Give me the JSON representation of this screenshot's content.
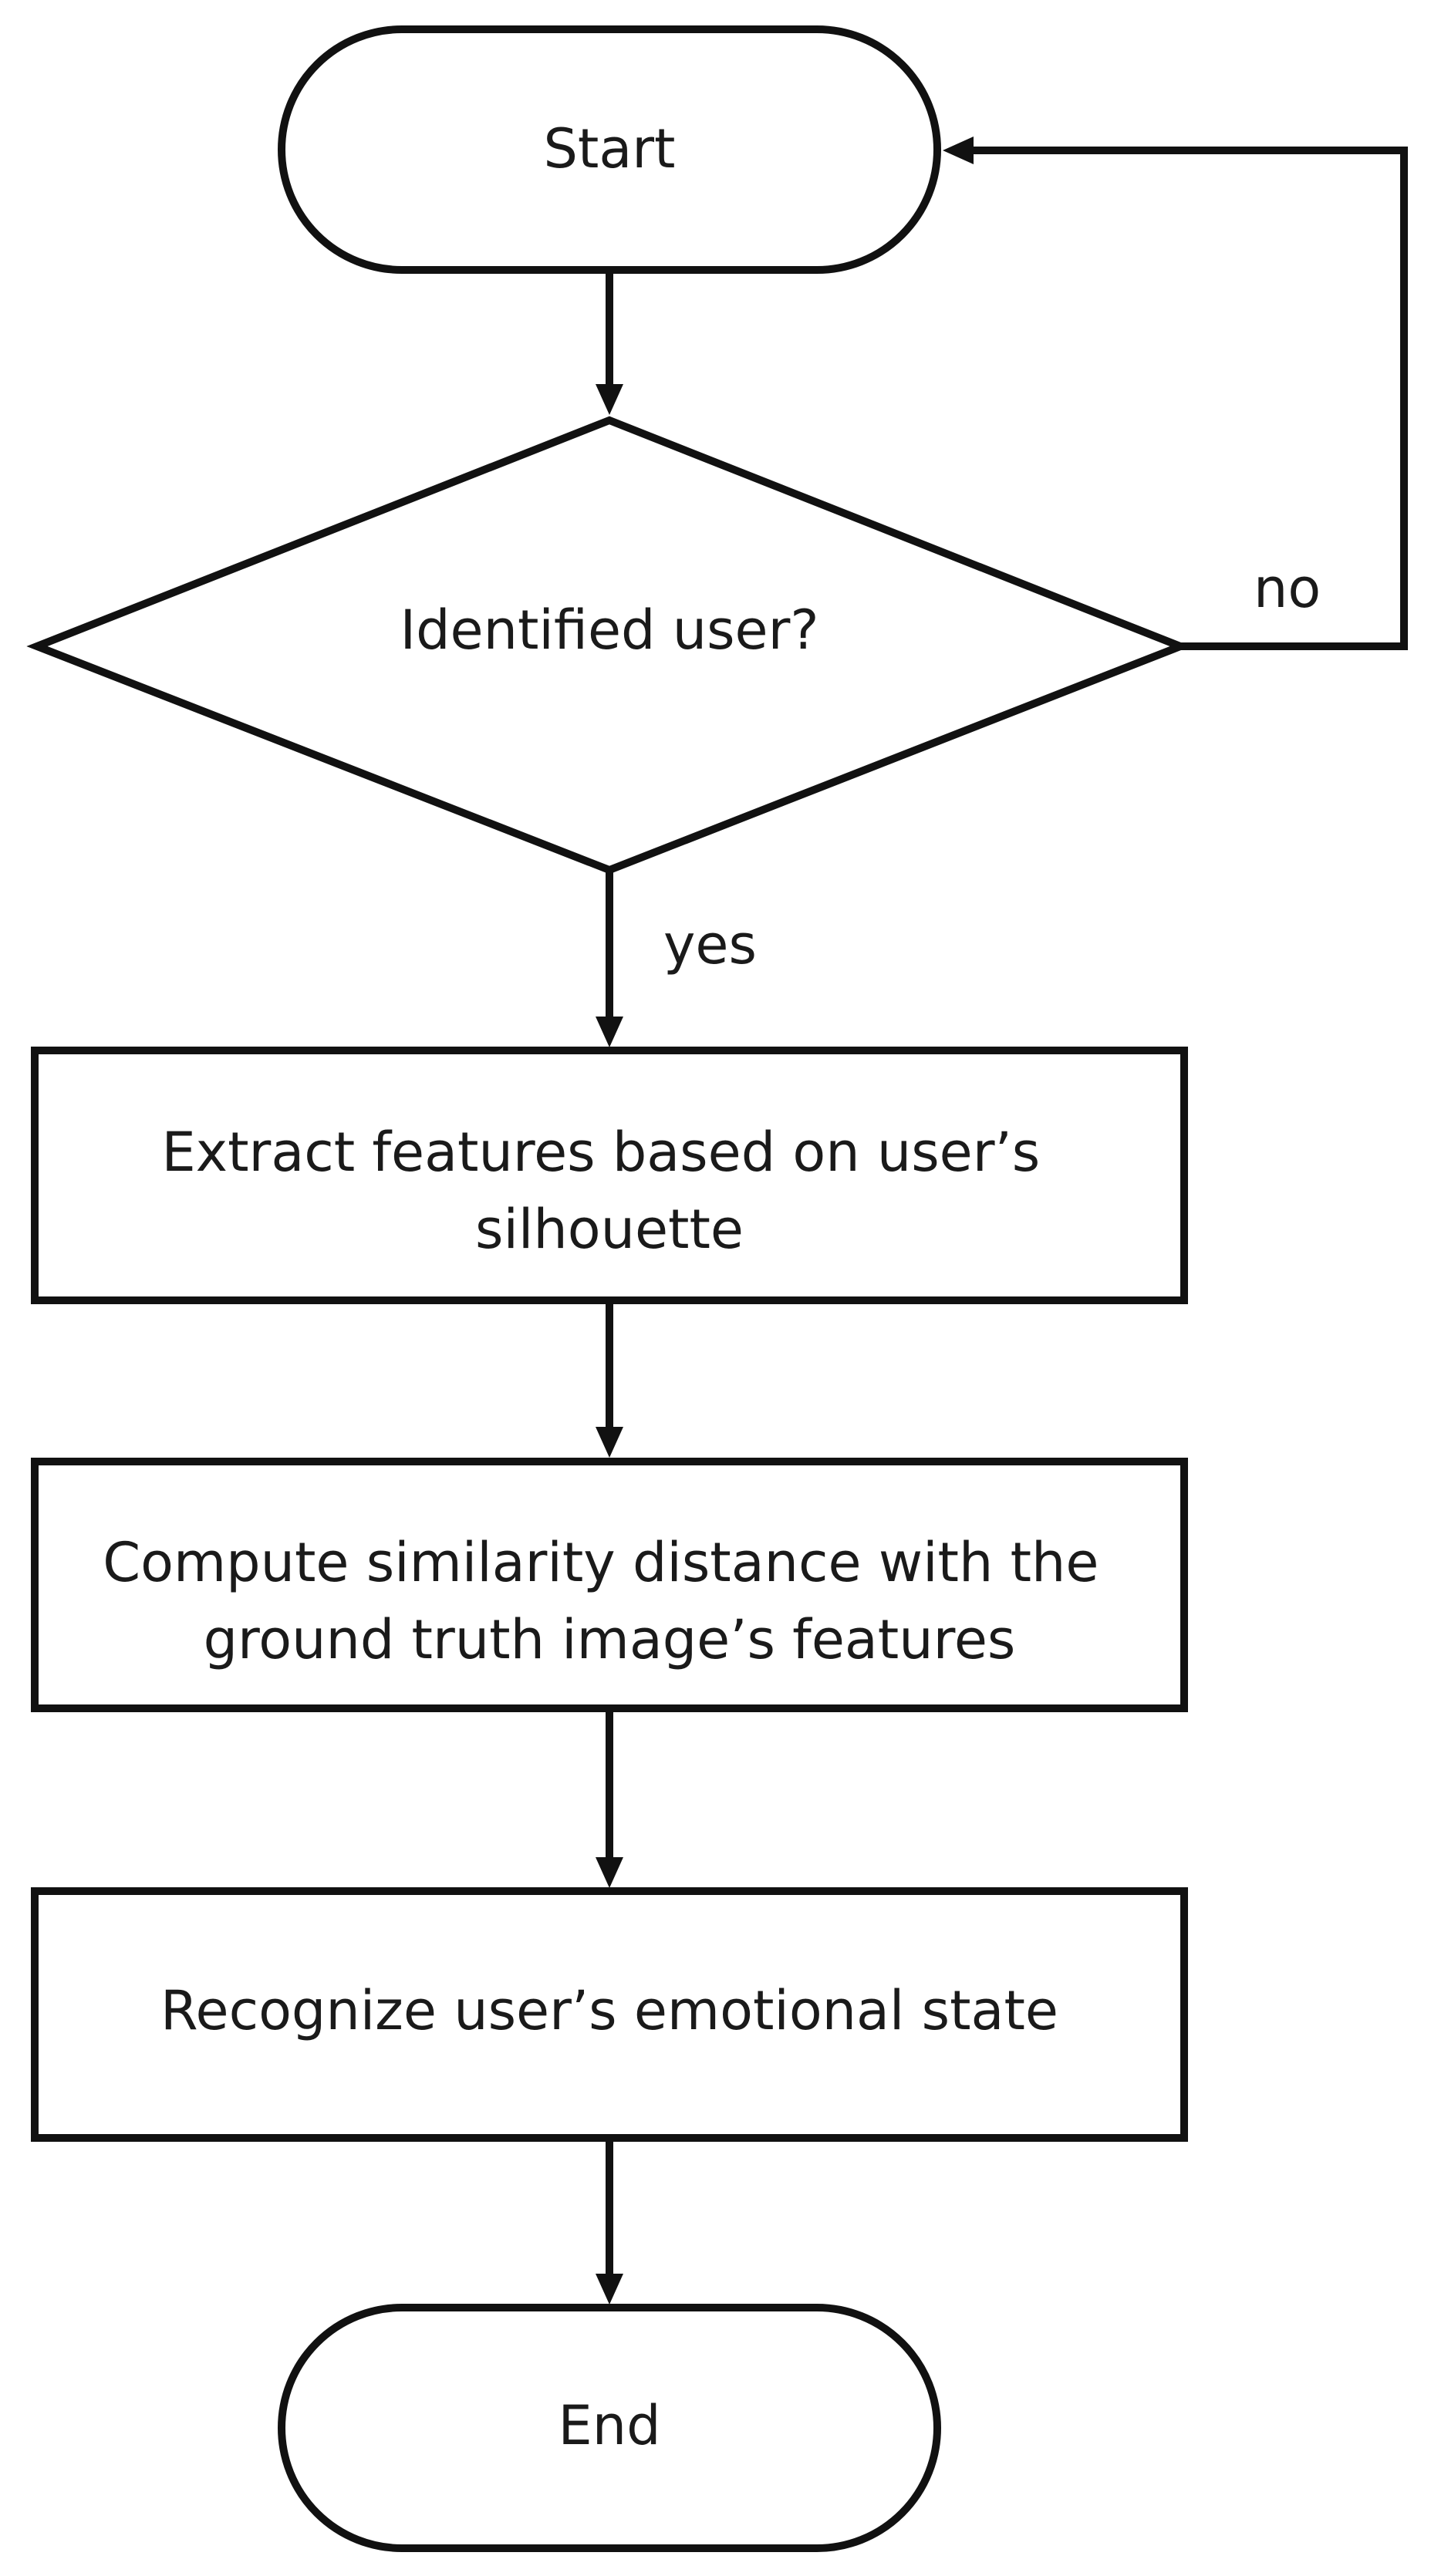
{
  "nodes": {
    "start": {
      "label": "Start"
    },
    "decision": {
      "label": "Identified user?"
    },
    "extract": {
      "lines": [
        "Extract features based on user’s",
        "silhouette"
      ]
    },
    "compute": {
      "lines": [
        "Compute similarity distance with the",
        "ground truth image’s features"
      ]
    },
    "recognize": {
      "label": "Recognize user’s emotional state"
    },
    "end": {
      "label": "End"
    }
  },
  "edges": {
    "no_label": "no",
    "yes_label": "yes"
  }
}
